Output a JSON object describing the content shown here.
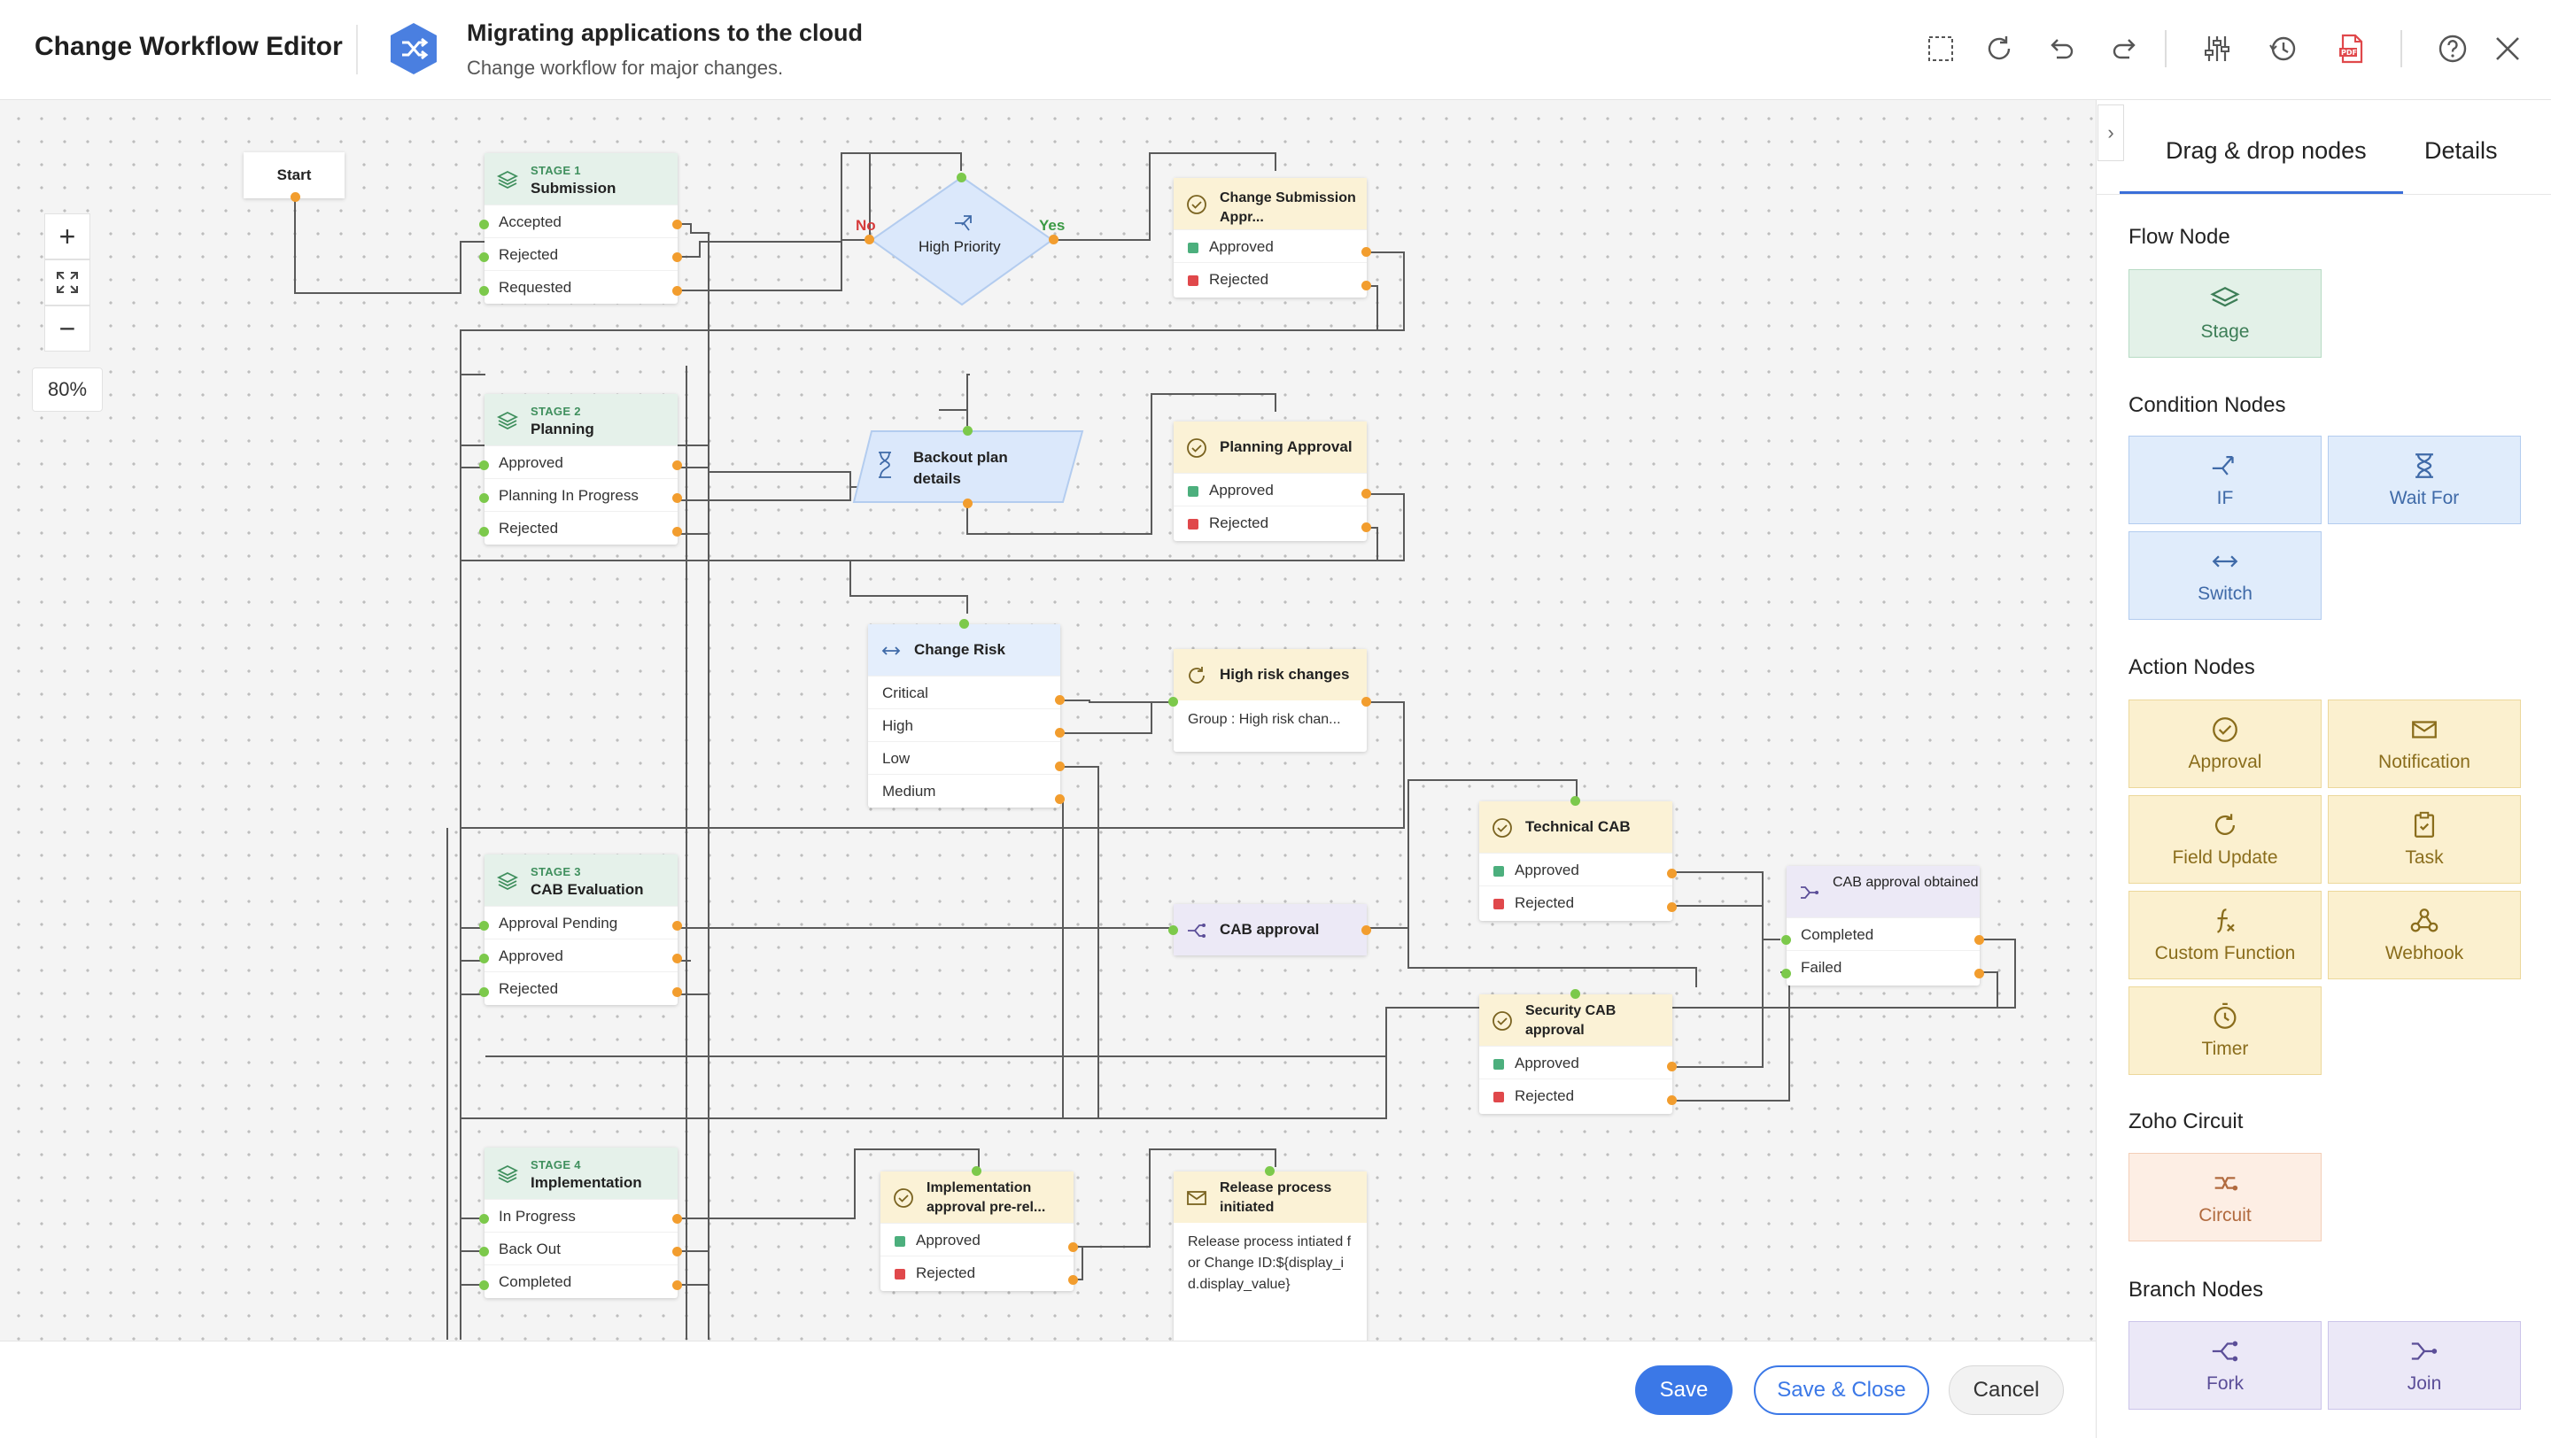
{
  "header": {
    "app_title": "Change Workflow Editor",
    "workflow_title": "Migrating applications to the cloud",
    "workflow_subtitle": "Change workflow for major changes.",
    "toolbar_icons": [
      "select-area-icon",
      "refresh-icon",
      "undo-icon",
      "redo-icon",
      "settings-sliders-icon",
      "history-icon",
      "pdf-icon",
      "help-icon",
      "close-icon"
    ]
  },
  "canvas": {
    "zoom_in": "+",
    "zoom_out": "−",
    "zoom_level": "80%",
    "start_label": "Start",
    "stage1": {
      "label": "STAGE 1",
      "name": "Submission",
      "rows": [
        "Accepted",
        "Rejected",
        "Requested"
      ]
    },
    "stage2": {
      "label": "STAGE 2",
      "name": "Planning",
      "rows": [
        "Approved",
        "Planning In Progress",
        "Rejected"
      ]
    },
    "stage3": {
      "label": "STAGE 3",
      "name": "CAB Evaluation",
      "rows": [
        "Approval Pending",
        "Approved",
        "Rejected"
      ]
    },
    "stage4": {
      "label": "STAGE 4",
      "name": "Implementation",
      "rows": [
        "In Progress",
        "Back Out",
        "Completed"
      ]
    },
    "high_priority": {
      "title": "High Priority",
      "no": "No",
      "yes": "Yes"
    },
    "change_submission_approval": {
      "title": "Change Submission Appr...",
      "approved": "Approved",
      "rejected": "Rejected"
    },
    "backout_plan": {
      "title": "Backout plan details"
    },
    "planning_approval": {
      "title": "Planning Approval",
      "approved": "Approved",
      "rejected": "Rejected"
    },
    "change_risk": {
      "title": "Change Risk",
      "rows": [
        "Critical",
        "High",
        "Low",
        "Medium"
      ]
    },
    "high_risk_changes": {
      "title": "High risk changes",
      "body": "Group : High risk chan..."
    },
    "technical_cab": {
      "title": "Technical CAB",
      "approved": "Approved",
      "rejected": "Rejected"
    },
    "cab_approval": {
      "title": "CAB approval"
    },
    "cab_approval_obtained": {
      "title": "CAB approval obtained",
      "completed": "Completed",
      "failed": "Failed"
    },
    "security_cab": {
      "title": "Security CAB approval",
      "approved": "Approved",
      "rejected": "Rejected"
    },
    "impl_approval": {
      "title": "Implementation approval pre-rel...",
      "approved": "Approved",
      "rejected": "Rejected"
    },
    "release_process": {
      "title": "Release process initiated",
      "body": "Release process intiated for Change ID:${display_id.display_value}"
    }
  },
  "panel": {
    "tabs": [
      "Drag & drop nodes",
      "Details"
    ],
    "sections": {
      "flow": {
        "title": "Flow Node",
        "items": [
          "Stage"
        ]
      },
      "condition": {
        "title": "Condition Nodes",
        "items": [
          "IF",
          "Wait For",
          "Switch"
        ]
      },
      "action": {
        "title": "Action Nodes",
        "items": [
          "Approval",
          "Notification",
          "Field Update",
          "Task",
          "Custom Function",
          "Webhook",
          "Timer"
        ]
      },
      "circuit": {
        "title": "Zoho Circuit",
        "items": [
          "Circuit"
        ]
      },
      "branch": {
        "title": "Branch Nodes",
        "items": [
          "Fork",
          "Join"
        ]
      }
    }
  },
  "footer": {
    "save": "Save",
    "save_close": "Save & Close",
    "cancel": "Cancel"
  },
  "colors": {
    "accent": "#3b78e7",
    "approved": "#4caf7d",
    "rejected": "#e0484b",
    "port_out": "#f29d2e",
    "port_in": "#7cc94b"
  }
}
